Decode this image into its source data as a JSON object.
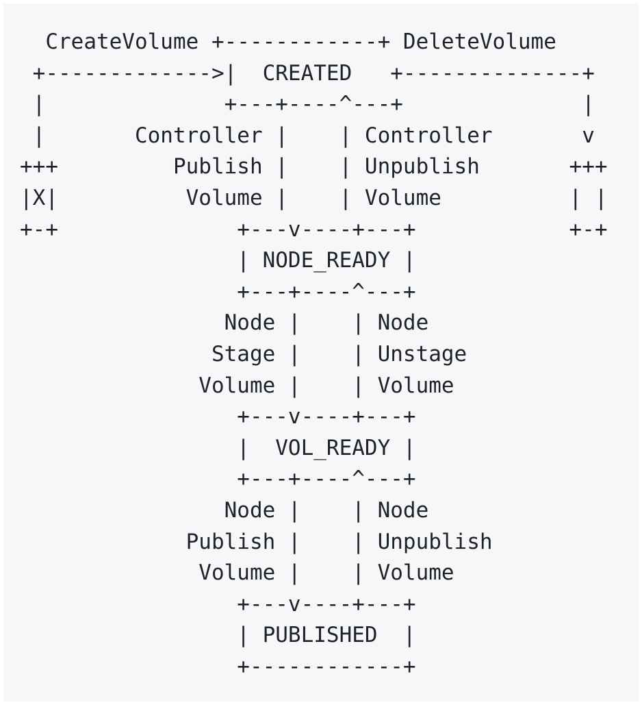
{
  "lines": [
    "  CreateVolume +------------+ DeleteVolume",
    " +------------->|  CREATED   +--------------+",
    " |              +---+----^---+              |",
    " |       Controller |    | Controller       v",
    "+++         Publish |    | Unpublish       +++",
    "|X|          Volume |    | Volume          | |",
    "+-+              +---v----+---+            +-+",
    "                 | NODE_READY |",
    "                 +---+----^---+",
    "                Node |    | Node",
    "               Stage |    | Unstage",
    "              Volume |    | Volume",
    "                 +---v----+---+",
    "                 |  VOL_READY |",
    "                 +---+----^---+",
    "                Node |    | Node",
    "             Publish |    | Unpublish",
    "              Volume |    | Volume",
    "                 +---v----+---+",
    "                 | PUBLISHED  |",
    "                 +------------+"
  ]
}
